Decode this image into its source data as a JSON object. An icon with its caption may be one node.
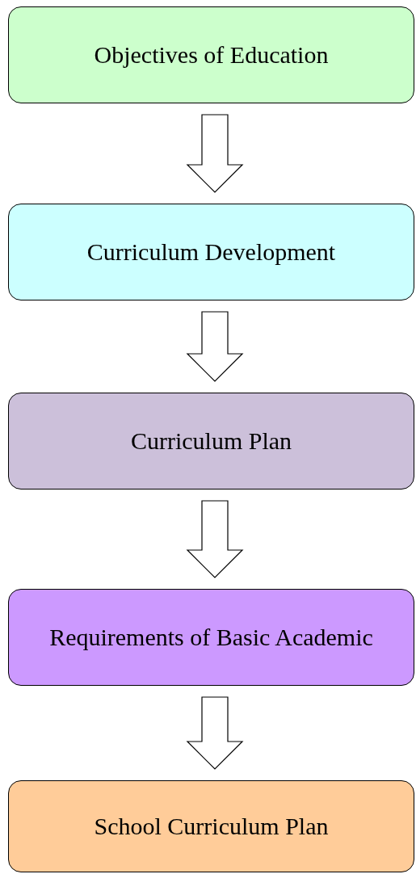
{
  "diagram": {
    "nodes": [
      {
        "text": [
          "Objectives of Education"
        ]
      },
      {
        "text": [
          "Curriculum Development"
        ]
      },
      {
        "text": [
          "Curriculum Plan"
        ]
      },
      {
        "text": [
          "Requirements of Basic Academic"
        ]
      },
      {
        "text": [
          "School Curriculum Plan"
        ]
      }
    ],
    "edges": [
      {
        "from": 0,
        "to": 1,
        "arrow": "to"
      },
      {
        "from": 1,
        "to": 2,
        "arrow": "to"
      },
      {
        "from": 2,
        "to": 3,
        "arrow": "to"
      },
      {
        "from": 3,
        "to": 4,
        "arrow": "to"
      }
    ]
  }
}
